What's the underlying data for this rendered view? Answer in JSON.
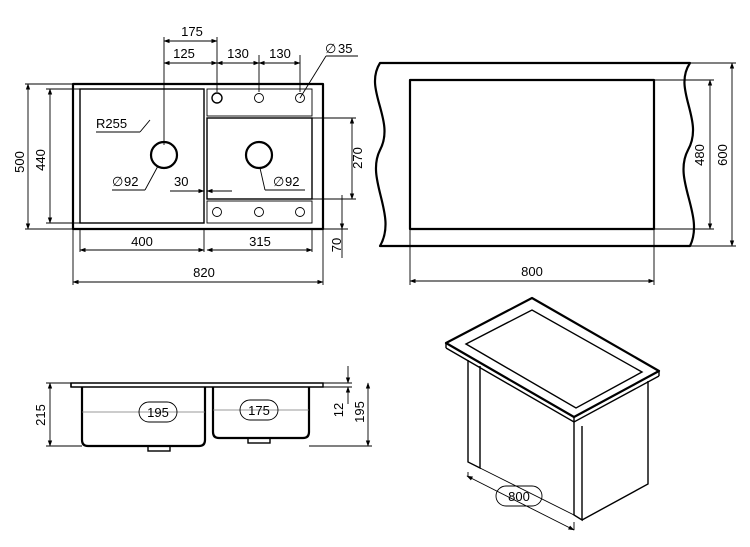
{
  "top_view": {
    "width_830": "175",
    "width_125": "125",
    "spacing_1": "130",
    "spacing_2": "130",
    "hole_dia": "35",
    "radius": "R255",
    "drain_left": "92",
    "drain_right": "92",
    "gap_30": "30",
    "left_bowl_width": "400",
    "right_bowl_width": "315",
    "total_width": "820",
    "height_500": "500",
    "height_440": "440",
    "height_270": "270",
    "height_70": "70"
  },
  "cutout_view": {
    "height_480": "480",
    "height_600": "600",
    "width_800": "800"
  },
  "side_view": {
    "depth_215": "215",
    "bowl_195": "195",
    "bowl_175": "175",
    "rim_12": "12",
    "depth_195": "195"
  },
  "cabinet_view": {
    "width_800": "800"
  },
  "symbols": {
    "diameter": "∅"
  }
}
